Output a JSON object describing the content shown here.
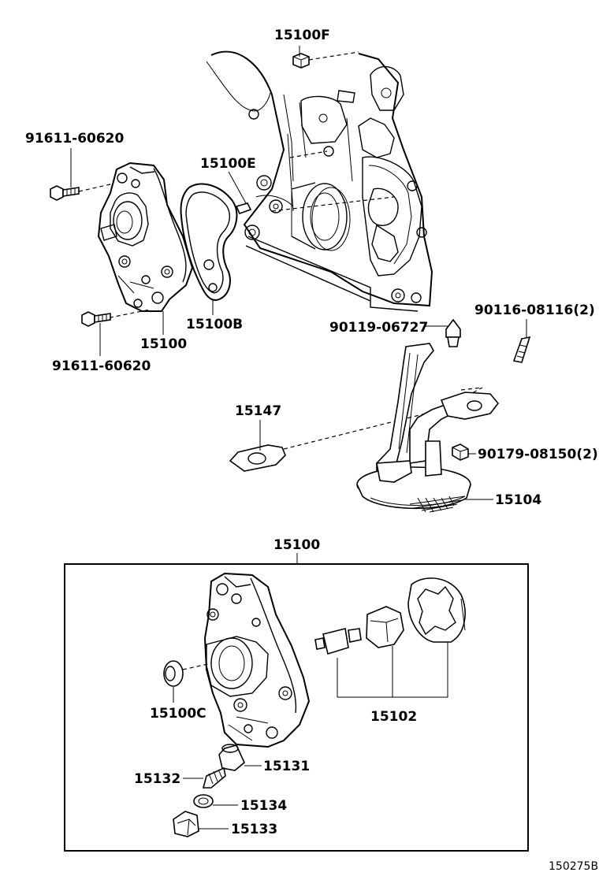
{
  "labels": {
    "p15100F": "15100F",
    "p91611_top": "91611-60620",
    "p15100E": "15100E",
    "p15100B": "15100B",
    "p15100_top": "15100",
    "p91611_bottom": "91611-60620",
    "p90119": "90119-06727",
    "p90116": "90116-08116(2)",
    "p15147": "15147",
    "p90179": "90179-08150(2)",
    "p15104": "15104",
    "p15100_box": "15100",
    "p15100C": "15100C",
    "p15102": "15102",
    "p15131": "15131",
    "p15132": "15132",
    "p15134": "15134",
    "p15133": "15133"
  },
  "diagram_code": "150275B"
}
